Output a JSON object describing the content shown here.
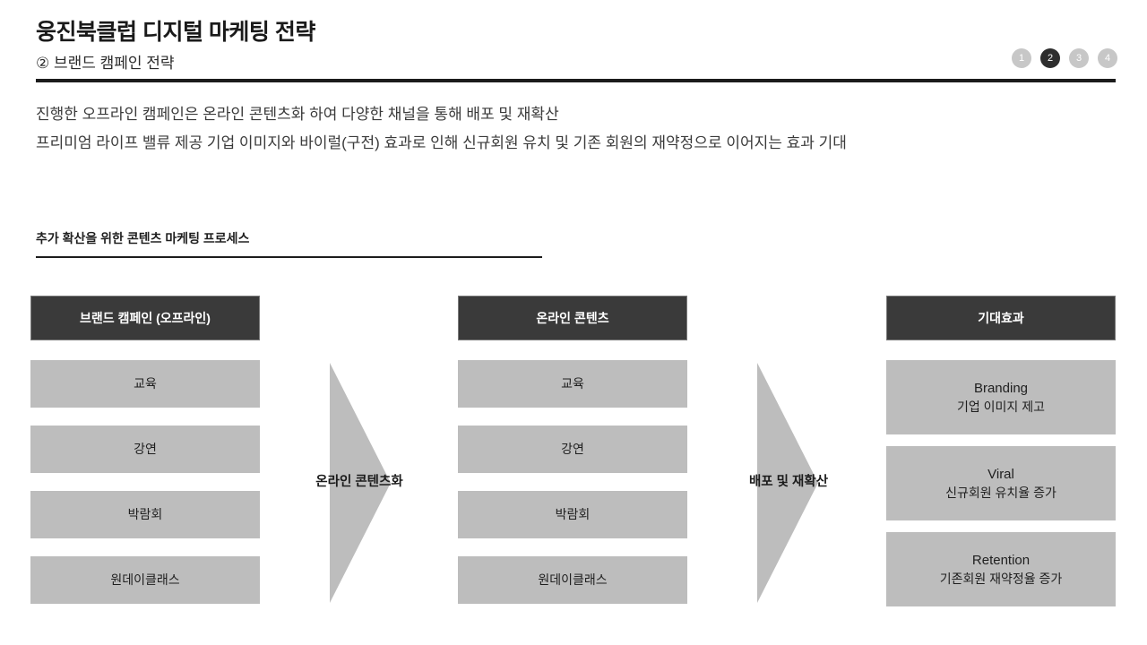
{
  "slide": {
    "title": "웅진북클럽 디지털 마케팅 전략",
    "subtitle": "② 브랜드 캠페인 전략"
  },
  "pager": {
    "items": [
      {
        "label": "1",
        "active": false
      },
      {
        "label": "2",
        "active": true
      },
      {
        "label": "3",
        "active": false
      },
      {
        "label": "4",
        "active": false
      }
    ]
  },
  "lead": {
    "line1": "진행한 오프라인 캠페인은 온라인 콘텐츠화 하여 다양한 채널을 통해 배포 및 재확산",
    "line2": "프리미엄 라이프 밸류 제공 기업 이미지와 바이럴(구전) 효과로 인해 신규회원 유치 및 기존 회원의 재약정으로 이어지는 효과 기대"
  },
  "section": {
    "heading": "추가 확산을 위한 콘텐츠 마케팅 프로세스"
  },
  "diagram": {
    "columns": [
      {
        "header": "브랜드 캠페인 (오프라인)",
        "items": [
          {
            "title": "교육",
            "sub": ""
          },
          {
            "title": "강연",
            "sub": ""
          },
          {
            "title": "박람회",
            "sub": ""
          },
          {
            "title": "원데이클래스",
            "sub": ""
          }
        ]
      },
      {
        "header": "온라인 콘텐츠",
        "items": [
          {
            "title": "교육",
            "sub": ""
          },
          {
            "title": "강연",
            "sub": ""
          },
          {
            "title": "박람회",
            "sub": ""
          },
          {
            "title": "원데이클래스",
            "sub": ""
          }
        ]
      },
      {
        "header": "기대효과",
        "items": [
          {
            "title": "Branding",
            "sub": "기업 이미지 제고"
          },
          {
            "title": "Viral",
            "sub": "신규회원 유치율 증가"
          },
          {
            "title": "Retention",
            "sub": "기존회원 재약정율 증가"
          }
        ]
      }
    ],
    "arrows": [
      {
        "label": "온라인 콘텐츠화"
      },
      {
        "label": "배포 및 재확산"
      }
    ]
  },
  "colors": {
    "header_box": "#3a3a3a",
    "item_box": "#bdbdbd",
    "rule": "#1c1c1c",
    "pager_active": "#2e2e2e",
    "pager_inactive": "#c7c7c7"
  }
}
